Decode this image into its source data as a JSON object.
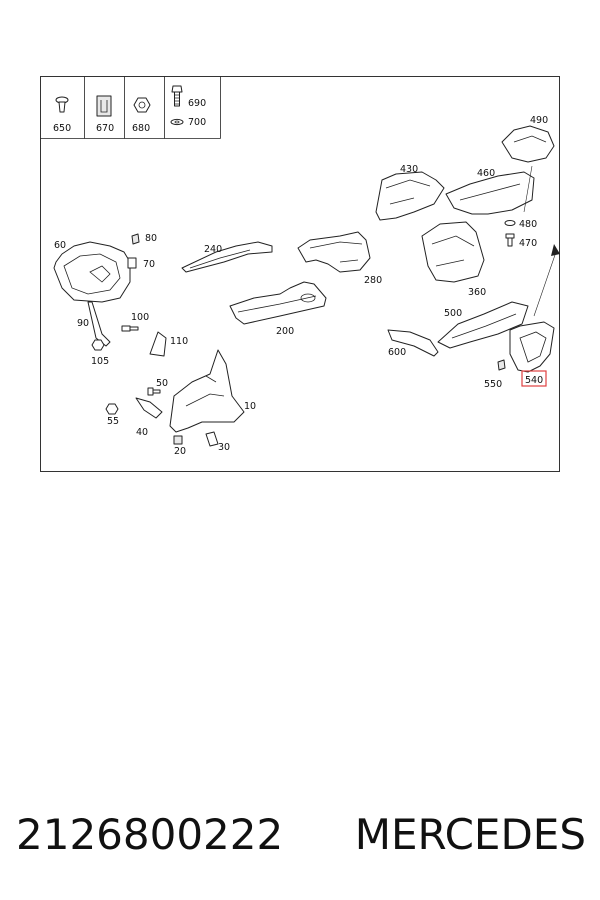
{
  "legend": {
    "items": [
      {
        "number": "650",
        "icon": "push-rivet-icon"
      },
      {
        "number": "670",
        "icon": "spring-clip-icon"
      },
      {
        "number": "680",
        "icon": "hex-nut-icon"
      },
      {
        "number": "690",
        "icon": "bolt-icon"
      },
      {
        "number": "700",
        "icon": "washer-icon"
      }
    ]
  },
  "parts": {
    "p10": "10",
    "p20": "20",
    "p30": "30",
    "p40": "40",
    "p50": "50",
    "p55": "55",
    "p60": "60",
    "p70": "70",
    "p80": "80",
    "p90": "90",
    "p100": "100",
    "p105": "105",
    "p110": "110",
    "p200": "200",
    "p240": "240",
    "p280": "280",
    "p360": "360",
    "p430": "430",
    "p460": "460",
    "p470": "470",
    "p480": "480",
    "p490": "490",
    "p500": "500",
    "p540": "540",
    "p550": "550",
    "p600": "600"
  },
  "highlight": {
    "part": "540",
    "color": "#e04040"
  },
  "caption": {
    "part_number": "2126800222",
    "brand": "MERCEDES"
  }
}
